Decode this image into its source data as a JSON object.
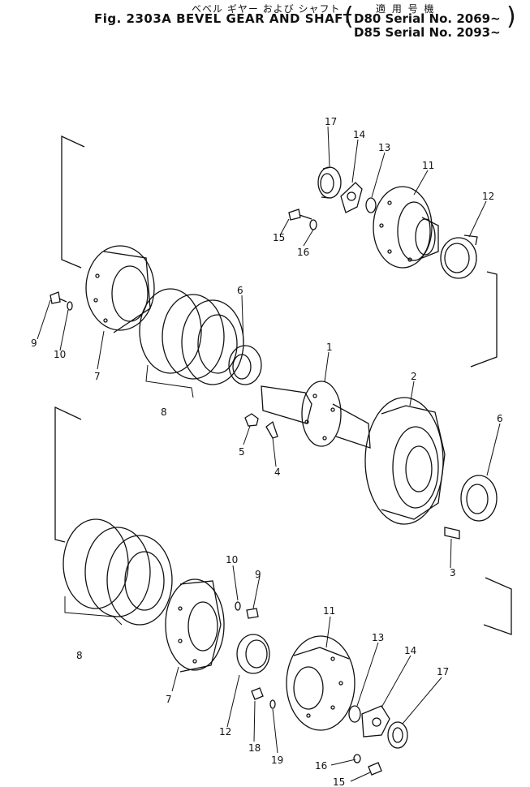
{
  "header": {
    "japanese_title": "ベベル ギヤー および シャフト",
    "title": "Fig. 2303A BEVEL GEAR AND SHAFT",
    "applicable_label": "適 用 号 機",
    "serial_lines": [
      "D80  Serial  No. 2069~",
      "D85  Serial  No. 2093~"
    ]
  },
  "part_labels": {
    "p1": "1",
    "p2": "2",
    "p3": "3",
    "p4": "4",
    "p5": "5",
    "p6a": "6",
    "p6b": "6",
    "p7a": "7",
    "p7b": "7",
    "p8a": "8",
    "p8b": "8",
    "p9a": "9",
    "p9b": "9",
    "p10a": "10",
    "p10b": "10",
    "p11a": "11",
    "p11b": "11",
    "p12a": "12",
    "p12b": "12",
    "p13a": "13",
    "p13b": "13",
    "p14a": "14",
    "p14b": "14",
    "p15a": "15",
    "p15b": "15",
    "p16a": "16",
    "p16b": "16",
    "p17a": "17",
    "p17b": "17",
    "p18": "18",
    "p19": "19"
  }
}
